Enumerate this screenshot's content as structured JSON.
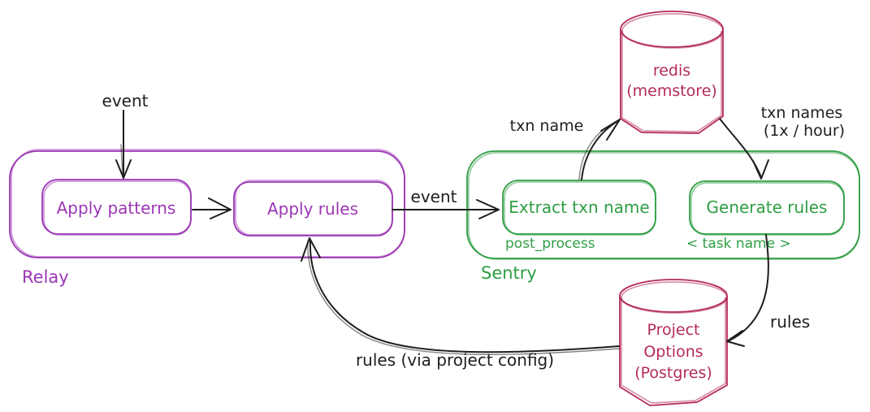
{
  "colors": {
    "ink": "#1e1e1e",
    "purple": "#9c36b5",
    "green": "#2f9e44",
    "crimson": "#b42a5c",
    "background": "#ffffff"
  },
  "diagram": {
    "relay": {
      "label": "Relay",
      "nodes": {
        "apply_patterns": "Apply patterns",
        "apply_rules": "Apply rules"
      }
    },
    "sentry": {
      "label": "Sentry",
      "nodes": {
        "extract_txn_name": "Extract txn name",
        "extract_sub": "post_process",
        "generate_rules": "Generate rules",
        "generate_sub": "< task name >"
      }
    },
    "stores": {
      "redis": {
        "line1": "redis",
        "line2": "(memstore)"
      },
      "postgres": {
        "line1": "Project",
        "line2": "Options",
        "line3": "(Postgres)"
      }
    },
    "edges": {
      "event_in": "event",
      "event_between": "event",
      "txn_name": "txn name",
      "txn_names_line1": "txn names",
      "txn_names_line2": "(1x / hour)",
      "rules": "rules",
      "rules_via_config": "rules (via project config)"
    }
  }
}
